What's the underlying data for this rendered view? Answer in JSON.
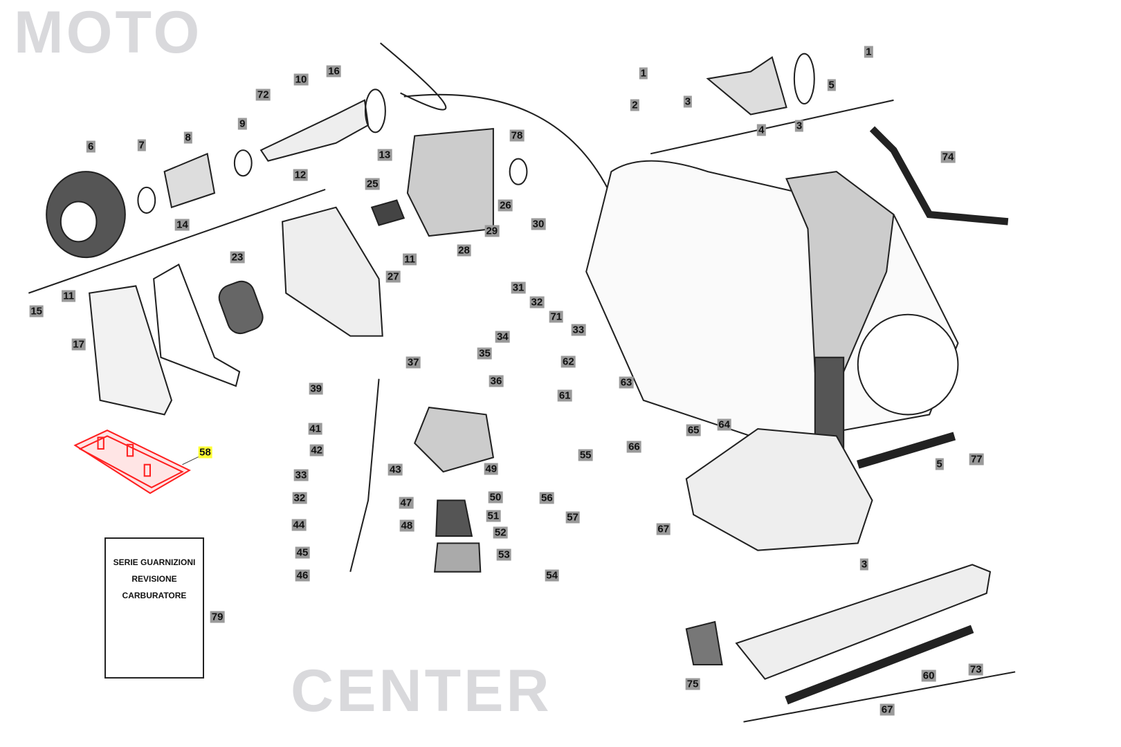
{
  "watermark": {
    "line1": "MOTO",
    "line2": "CENTER"
  },
  "highlight": {
    "part_number": "58",
    "color": "#ff2020",
    "label_bg": "#ffff33"
  },
  "gasket_card": {
    "line1": "SERIE GUARNIZIONI",
    "line2": "REVISIONE",
    "line3": "CARBURATORE",
    "part_number": "79"
  },
  "part_labels": [
    "1",
    "1",
    "2",
    "3",
    "4",
    "3",
    "5",
    "72",
    "10",
    "16",
    "9",
    "13",
    "6",
    "7",
    "8",
    "12",
    "14",
    "78",
    "25",
    "26",
    "74",
    "30",
    "29",
    "28",
    "23",
    "11",
    "27",
    "11",
    "15",
    "31",
    "32",
    "71",
    "33",
    "34",
    "17",
    "35",
    "37",
    "62",
    "63",
    "36",
    "39",
    "61",
    "41",
    "65",
    "64",
    "42",
    "58",
    "66",
    "55",
    "5",
    "77",
    "43",
    "49",
    "33",
    "50",
    "32",
    "56",
    "47",
    "51",
    "57",
    "44",
    "48",
    "67",
    "52",
    "45",
    "53",
    "3",
    "46",
    "54",
    "60",
    "73",
    "75",
    "67"
  ]
}
